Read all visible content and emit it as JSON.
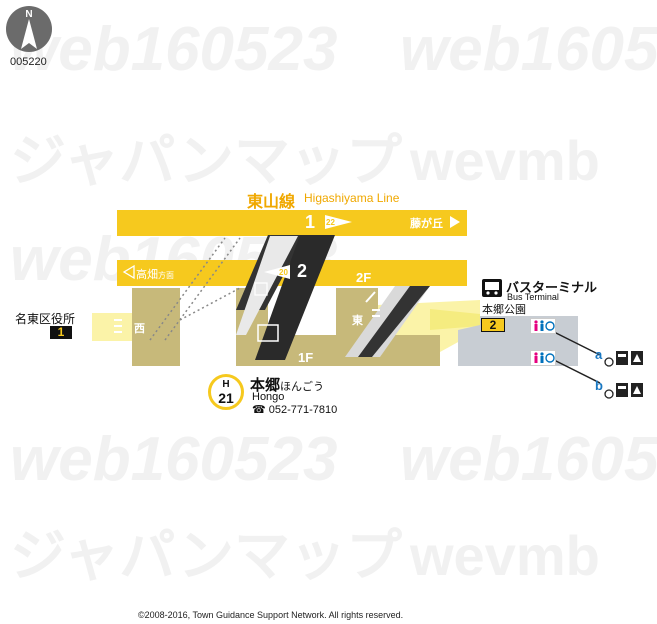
{
  "map_id": "005220",
  "compass": {
    "north_label": "N"
  },
  "watermark": "web160523",
  "line": {
    "name_jp": "東山線",
    "name_en": "Higashiyama Line",
    "color": "#f6c91e",
    "platform1": {
      "number": "1",
      "badge": "22",
      "destination": "藤が丘"
    },
    "platform2": {
      "number": "2",
      "badge": "20",
      "destination": "高畑",
      "suffix": "方面"
    }
  },
  "floors": {
    "upper": "2F",
    "ground": "1F"
  },
  "wickets": {
    "west": "西",
    "east": "東"
  },
  "exits": {
    "exit1": {
      "number": "1",
      "label": "名東区役所"
    },
    "exit2": {
      "number": "2",
      "label": "本郷公園"
    },
    "exit_a": "a",
    "exit_b": "b"
  },
  "bus_terminal": {
    "name_jp": "バスターミナル",
    "name_en": "Bus Terminal"
  },
  "station": {
    "line_letter": "H",
    "code": "21",
    "name_jp": "本郷",
    "reading": "ほんごう",
    "name_en": "Hongo",
    "phone": "☎ 052-771-7810"
  },
  "copyright": "©2008-2016, Town Guidance Support Network. All rights reserved.",
  "icons": [
    "north-arrow-icon",
    "bus-icon",
    "restroom-icon",
    "wheelchair-icon",
    "escalator-icon",
    "elevator-icon",
    "stairs-icon"
  ]
}
